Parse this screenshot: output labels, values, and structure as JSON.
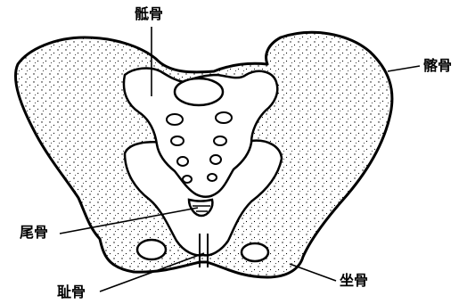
{
  "labels": {
    "sacrum": "骶骨",
    "ilium": "髂骨",
    "coccyx": "尾骨",
    "pubis": "耻骨",
    "ischium": "坐骨"
  },
  "colors": {
    "ink": "#000000",
    "paper": "#ffffff"
  }
}
